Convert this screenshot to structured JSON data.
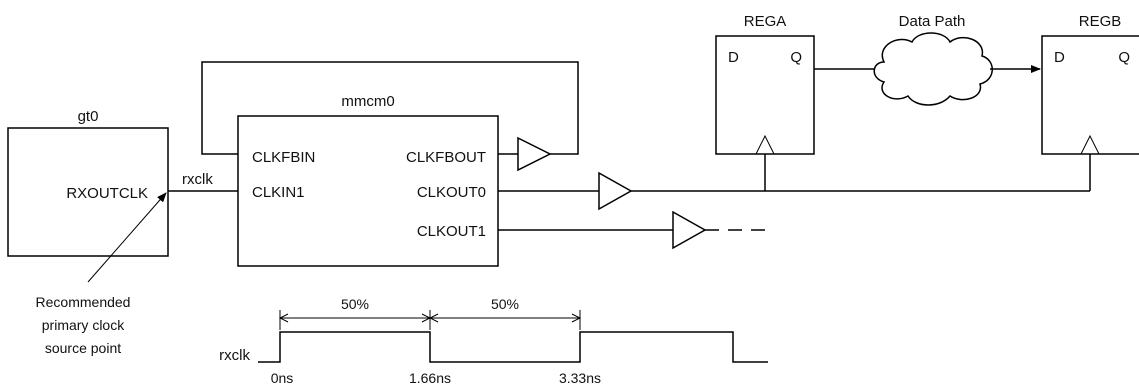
{
  "blocks": {
    "gt0": {
      "name": "gt0",
      "pin": "RXOUTCLK"
    },
    "mmcm0": {
      "name": "mmcm0",
      "pins": {
        "clkfbin": "CLKFBIN",
        "clkin1": "CLKIN1",
        "clkfbout": "CLKFBOUT",
        "clkout0": "CLKOUT0",
        "clkout1": "CLKOUT1"
      }
    },
    "rega": {
      "name": "REGA",
      "d": "D",
      "q": "Q"
    },
    "regb": {
      "name": "REGB",
      "d": "D",
      "q": "Q"
    }
  },
  "nets": {
    "rxclk": "rxclk"
  },
  "cloud_label": "Data Path",
  "annotation": {
    "line1": "Recommended",
    "line2": "primary clock",
    "line3": "source point"
  },
  "waveform": {
    "signal": "rxclk",
    "duty_left": "50%",
    "duty_right": "50%",
    "t0": "0ns",
    "t1": "1.66ns",
    "t2": "3.33ns"
  }
}
